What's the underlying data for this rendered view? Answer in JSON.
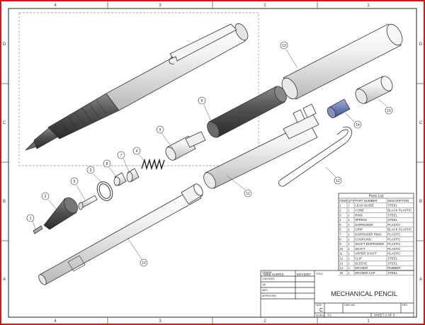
{
  "border": {
    "top_zones": [
      "4",
      "3",
      "2",
      "1"
    ],
    "side_zones": [
      "D",
      "C",
      "B",
      "A"
    ]
  },
  "parts_list": {
    "title": "Parts List",
    "headers": [
      "ITEM",
      "QTY",
      "PART NUMBER",
      "DESCRIPTION"
    ],
    "rows": [
      [
        "1",
        "1",
        "LEAD GUIDE",
        "STEEL"
      ],
      [
        "2",
        "1",
        "CONE",
        "BLACK PLASTIC"
      ],
      [
        "3",
        "1",
        "RING",
        "STEEL"
      ],
      [
        "4",
        "1",
        "SPRING",
        "STEEL"
      ],
      [
        "5",
        "1",
        "DISPENSER",
        "PLASTIC"
      ],
      [
        "6",
        "1",
        "GRIP",
        "BLACK PLASTIC"
      ],
      [
        "7",
        "1",
        "DISPENSER RING",
        "PLASTIC"
      ],
      [
        "8",
        "1",
        "COUPLING",
        "PLASTIC"
      ],
      [
        "9",
        "1",
        "SHAFT DISPENSER",
        "PLASTIC"
      ],
      [
        "10",
        "1",
        "SHAFT",
        "PLASTIC"
      ],
      [
        "11",
        "1",
        "UPPER SHAFT",
        "PLASTIC"
      ],
      [
        "12",
        "1",
        "CLIP",
        "STEEL"
      ],
      [
        "13",
        "1",
        "SLEEVE",
        "STEEL"
      ],
      [
        "14",
        "1",
        "ERASER",
        "RUBBER"
      ],
      [
        "15",
        "1",
        "ERASER CAP",
        "STEEL"
      ]
    ]
  },
  "title_block": {
    "drawn_label": "DRAWN",
    "drawn_by": "MIKE HARRIS",
    "drawn_date": "9/27/2007",
    "checked_label": "CHECKED",
    "qa_label": "QA",
    "mfg_label": "MFG",
    "approved_label": "APPROVED",
    "title_label": "TITLE",
    "title": "MECHANICAL PENCIL",
    "size_label": "SIZE",
    "size": "C",
    "dwg_label": "DWG NO",
    "rev_label": "REV",
    "scale_label": "SCALE",
    "scale": "3:1",
    "sheet": "SHEET 2 OF 3"
  },
  "balloons": [
    "1",
    "2",
    "3",
    "4",
    "5",
    "6",
    "7",
    "8",
    "9",
    "10",
    "11",
    "12",
    "13",
    "14",
    "15"
  ],
  "colors": {
    "border_red": "#d01818",
    "frame": "#222222",
    "dashed_view": "#e07a5a",
    "grip_dark": "#4a4a4a",
    "eraser_blue": "#5c6fa8"
  }
}
